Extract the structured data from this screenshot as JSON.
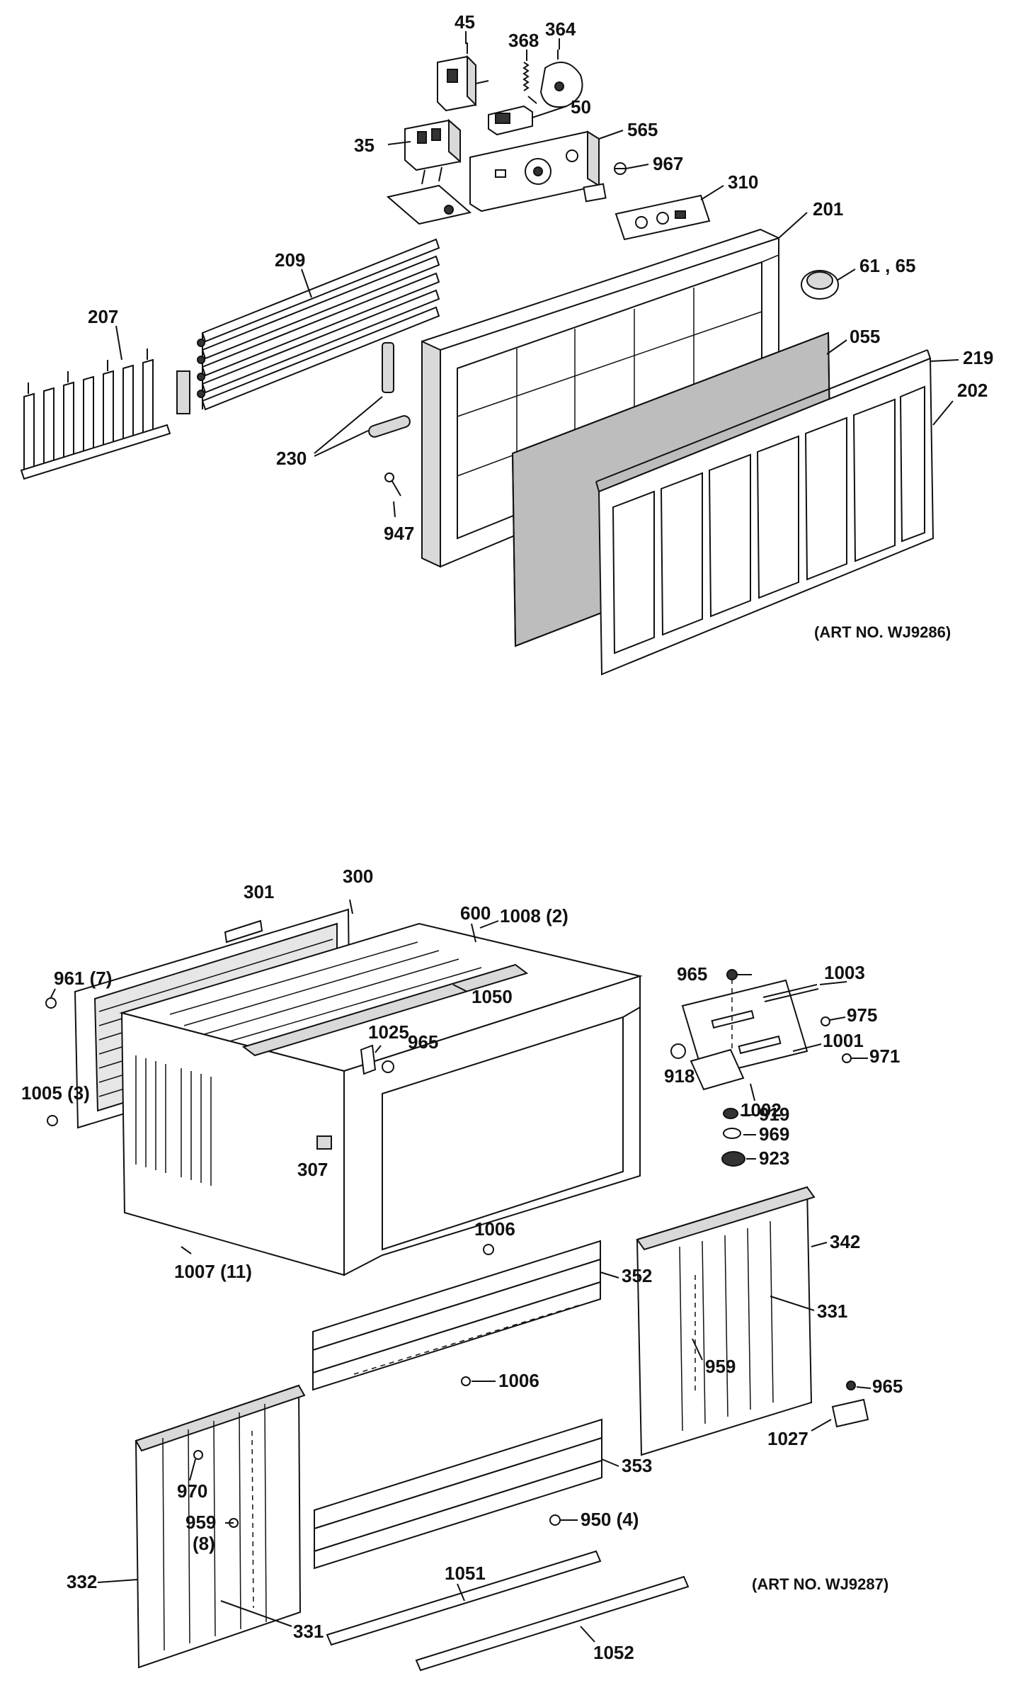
{
  "top_diagram": {
    "art_number": "(ART NO. WJ9286)",
    "labels": {
      "p45": "45",
      "p368": "368",
      "p364": "364",
      "p50": "50",
      "p35": "35",
      "p565": "565",
      "p967": "967",
      "p310": "310",
      "p201": "201",
      "p209": "209",
      "p6165": "61 , 65",
      "p207": "207",
      "p055": "055",
      "p219": "219",
      "p202": "202",
      "p230": "230",
      "p947": "947"
    }
  },
  "bottom_diagram": {
    "art_number": "(ART NO. WJ9287)",
    "labels": {
      "p301": "301",
      "p300": "300",
      "p600": "600",
      "p1008": "1008 (2)",
      "p961": "961 (7)",
      "p1050": "1050",
      "p965a": "965",
      "p1003": "1003",
      "p975": "975",
      "p1025": "1025",
      "p965b": "965",
      "p1001": "1001",
      "p971": "971",
      "p918": "918",
      "p1002": "1002",
      "p1005": "1005 (3)",
      "p919": "919",
      "p969": "969",
      "p923": "923",
      "p307": "307",
      "p1006a": "1006",
      "p342": "342",
      "p352": "352",
      "p331a": "331",
      "p1007": "1007 (11)",
      "p959a": "959",
      "p1006b": "1006",
      "p965c": "965",
      "p1027": "1027",
      "p970": "970",
      "p353": "353",
      "p950": "950 (4)",
      "p959b": "959",
      "p8": "(8)",
      "p332": "332",
      "p1051": "1051",
      "p331b": "331",
      "p1052": "1052"
    }
  }
}
